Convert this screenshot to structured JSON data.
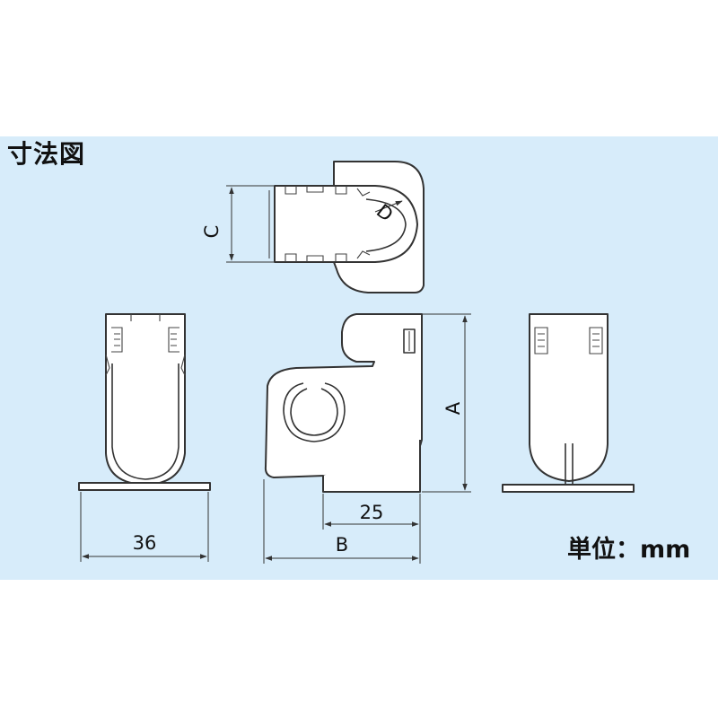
{
  "title": "寸法図",
  "unit_label": "単位：mm",
  "dimensions": {
    "width_36": "36",
    "depth_25": "25",
    "label_a": "A",
    "label_b": "B",
    "label_c": "C",
    "label_d": "D"
  },
  "colors": {
    "panel_background": "#d7ecfa",
    "line": "#333333",
    "part_fill": "#ffffff"
  }
}
